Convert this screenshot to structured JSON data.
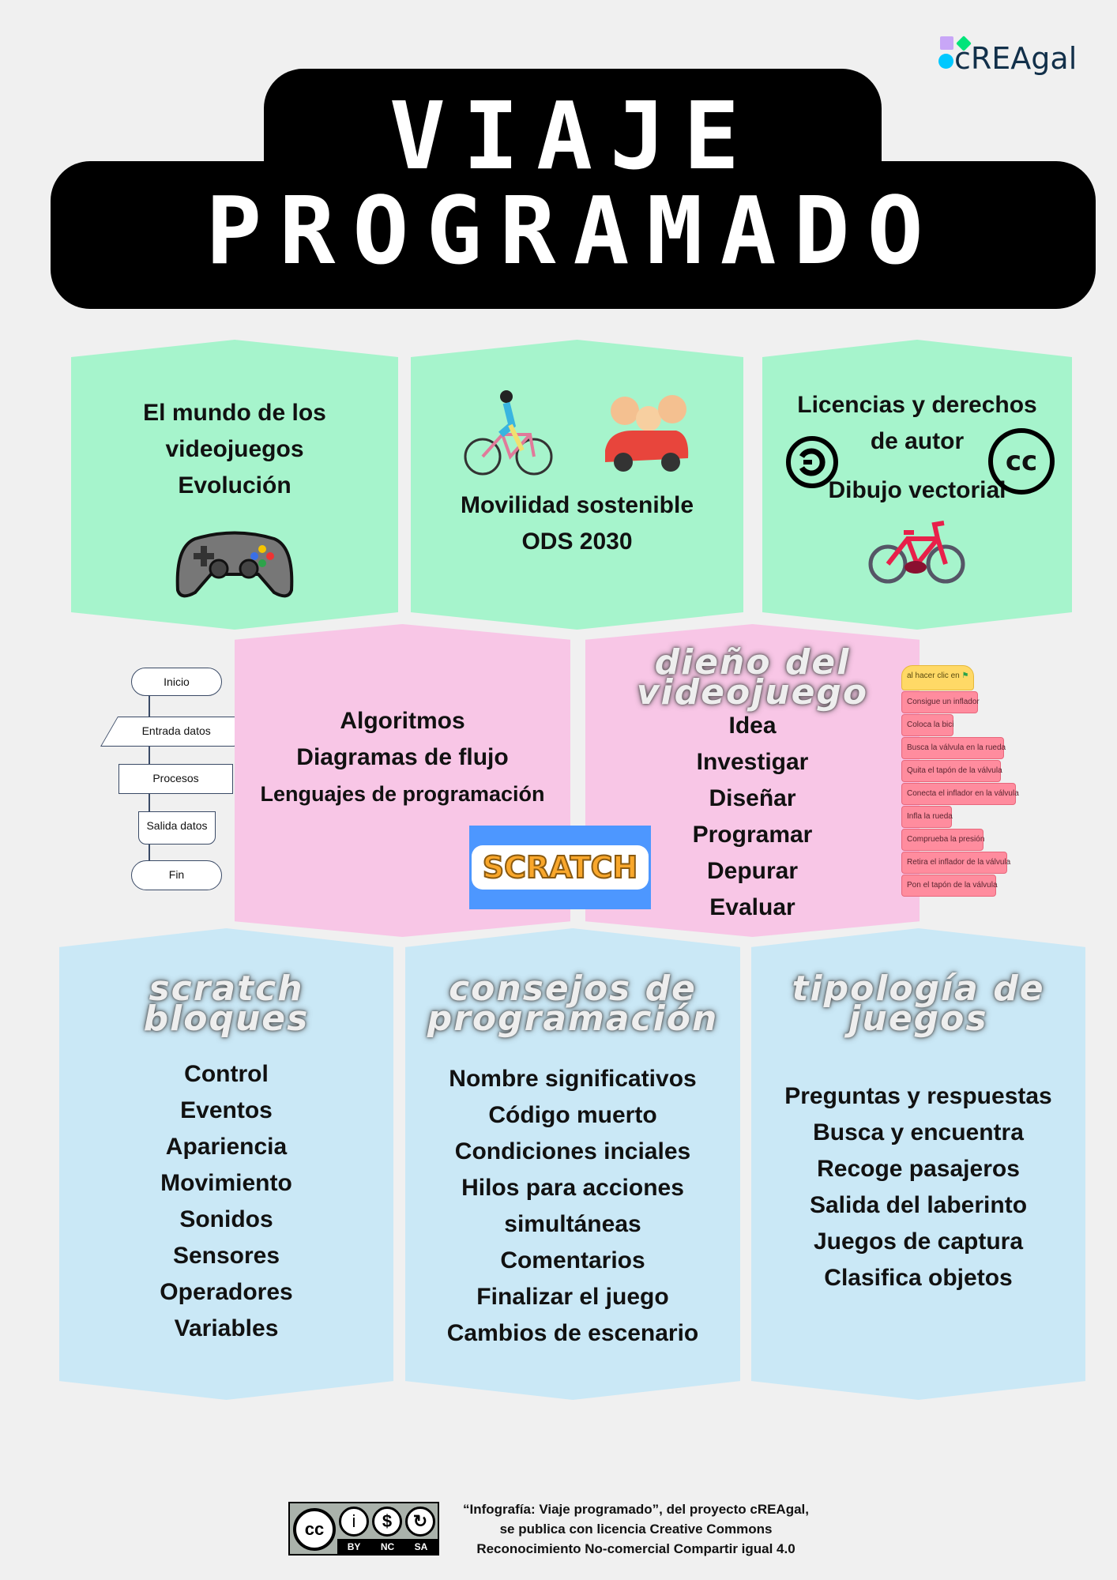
{
  "logo": {
    "text": "cREAgal",
    "colors": [
      "#c8a6f7",
      "#00e47a",
      "#00c8ff"
    ]
  },
  "title": {
    "line1": "VIAJE",
    "line2": "PROGRAMADO"
  },
  "row1": [
    {
      "lines": [
        "El mundo de los",
        "videojuegos",
        "Evolución"
      ],
      "icon": "gamepad-icon"
    },
    {
      "lines": [
        "Movilidad sostenible",
        "ODS 2030"
      ],
      "icons": [
        "cyclist-icon",
        "family-car-icon"
      ]
    },
    {
      "lines": [
        "Licencias y derechos",
        "de autor",
        "Dibujo vectorial"
      ],
      "icons": [
        "copyleft-icon",
        "creative-commons-icon",
        "bicycle-icon"
      ]
    }
  ],
  "flowchart": [
    "Inicio",
    "Entrada datos",
    "Procesos",
    "Salida datos",
    "Fin"
  ],
  "row2": [
    {
      "lines": [
        "Algoritmos",
        "Diagramas de flujo",
        "Lenguajes de programación"
      ]
    },
    {
      "heading": [
        "dieño del",
        "videojuego"
      ],
      "lines": [
        "Idea",
        "Investigar",
        "Diseñar",
        "Programar",
        "Depurar",
        "Evaluar"
      ]
    }
  ],
  "scratch_logo": "SCRATCH",
  "scratch_blocks": [
    "al hacer clic en",
    "Consigue un inflador",
    "Coloca la bici",
    "Busca la válvula en la rueda",
    "Quita el tapón de la válvula",
    "Conecta el inflador en la válvula",
    "Infla la rueda",
    "Comprueba la presión",
    "Retira el inflador de la válvula",
    "Pon el tapón de la válvula"
  ],
  "row3": [
    {
      "heading": [
        "scratch",
        "bloques"
      ],
      "lines": [
        "Control",
        "Eventos",
        "Apariencia",
        "Movimiento",
        "Sonidos",
        "Sensores",
        "Operadores",
        "Variables"
      ]
    },
    {
      "heading": [
        "consejos de",
        "programación"
      ],
      "lines": [
        "Nombre significativos",
        "Código muerto",
        "Condiciones inciales",
        "Hilos para acciones",
        "simultáneas",
        "Comentarios",
        "Finalizar el juego",
        "Cambios de escenario"
      ]
    },
    {
      "heading": [
        "tipología de",
        "juegos"
      ],
      "lines": [
        "Preguntas y respuestas",
        "Busca y encuentra",
        "Recoge pasajeros",
        "Salida del laberinto",
        "Juegos de captura",
        "Clasifica objetos"
      ]
    }
  ],
  "footer": {
    "badge": [
      "BY",
      "NC",
      "SA"
    ],
    "lines": [
      "“Infografía: Viaje programado”, del proyecto cREAgal,",
      "se publica con licencia Creative Commons",
      "Reconocimiento No-comercial Compartir igual 4.0"
    ]
  }
}
